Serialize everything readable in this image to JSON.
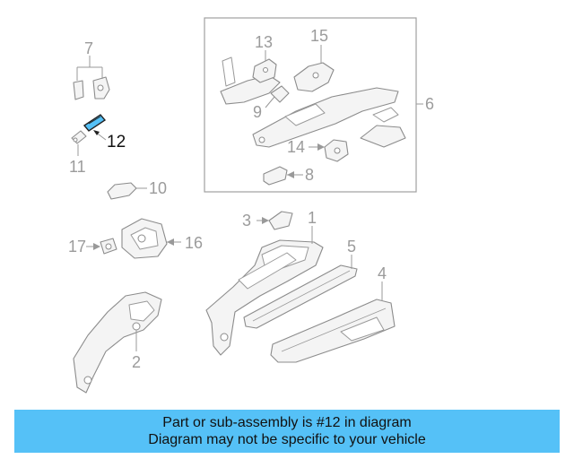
{
  "diagram": {
    "highlight_color": "#55c1f7",
    "callouts": {
      "c1": "1",
      "c2": "2",
      "c3": "3",
      "c4": "4",
      "c5": "5",
      "c6": "6",
      "c7": "7",
      "c8": "8",
      "c9": "9",
      "c10": "10",
      "c11": "11",
      "c12": "12",
      "c13": "13",
      "c14": "14",
      "c15": "15",
      "c16": "16",
      "c17": "17"
    }
  },
  "banner": {
    "line1": "Part or sub-assembly is #12 in diagram",
    "line2": "Diagram may not be specific to your vehicle",
    "color": "#55c1f7"
  }
}
